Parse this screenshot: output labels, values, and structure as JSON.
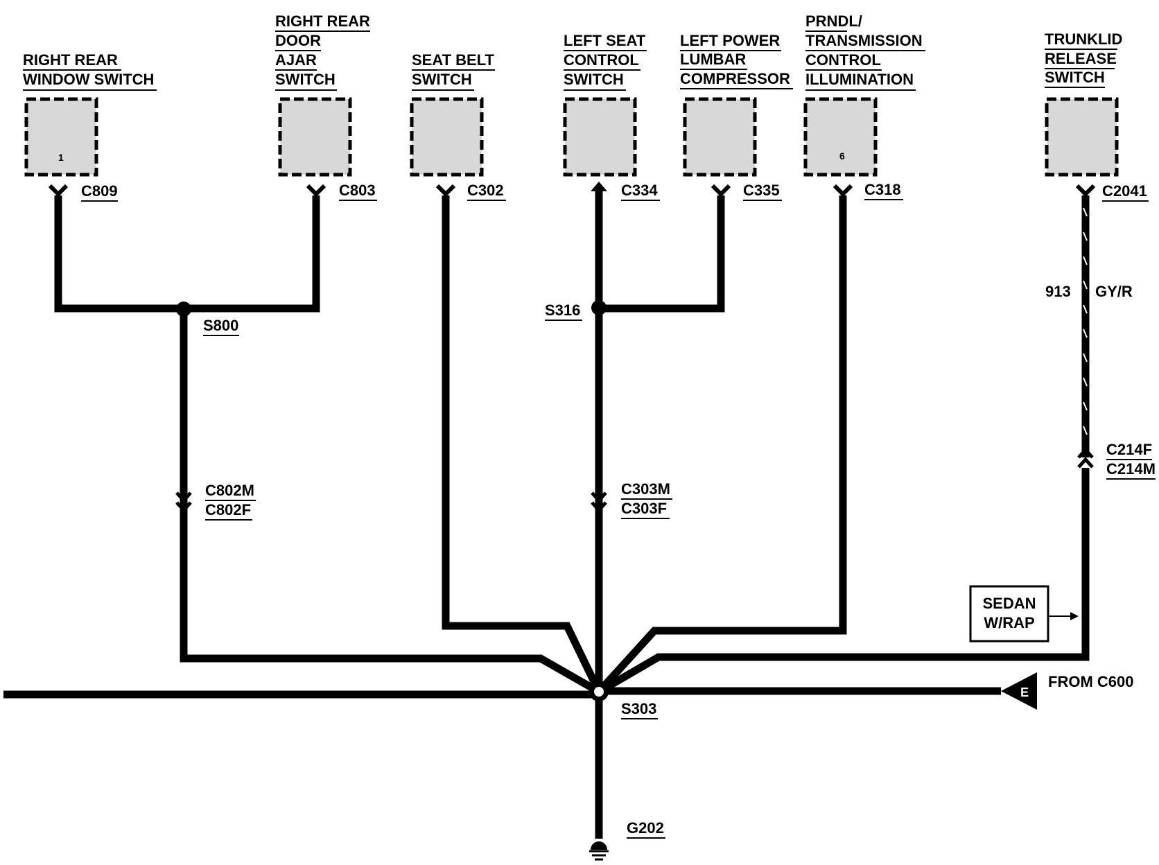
{
  "components": {
    "right_rear_window_switch": {
      "lines": [
        "RIGHT REAR",
        "WINDOW SWITCH"
      ],
      "pin": "1",
      "connector": "C809"
    },
    "right_rear_door_ajar_switch": {
      "lines": [
        "RIGHT REAR",
        "DOOR",
        "AJAR",
        "SWITCH"
      ],
      "connector": "C803"
    },
    "seat_belt_switch": {
      "lines": [
        "SEAT BELT",
        "SWITCH"
      ],
      "connector": "C302"
    },
    "left_seat_control_switch": {
      "lines": [
        "LEFT SEAT",
        "CONTROL",
        "SWITCH"
      ],
      "connector": "C334"
    },
    "left_power_lumbar_compressor": {
      "lines": [
        "LEFT POWER",
        "LUMBAR",
        "COMPRESSOR"
      ],
      "connector": "C335"
    },
    "prndl_transmission_control_illumination": {
      "lines": [
        "PRNDL/",
        "TRANSMISSION",
        "CONTROL",
        "ILLUMINATION"
      ],
      "pin": "6",
      "connector": "C318"
    },
    "trunklid_release_switch": {
      "lines": [
        "TRUNKLID",
        "RELEASE",
        "SWITCH"
      ],
      "connector": "C2041"
    }
  },
  "splices": {
    "s800": "S800",
    "s316": "S316",
    "s303": "S303"
  },
  "inline_connectors": {
    "c802": {
      "male": "C802M",
      "female": "C802F"
    },
    "c303": {
      "male": "C303M",
      "female": "C303F"
    },
    "c214": {
      "female": "C214F",
      "male": "C214M"
    }
  },
  "wire_913": {
    "circuit": "913",
    "color": "GY/R"
  },
  "option_box": {
    "lines": [
      "SEDAN",
      "W/RAP"
    ]
  },
  "page_ref": {
    "letter": "E",
    "text": "FROM C600"
  },
  "ground": "G202"
}
